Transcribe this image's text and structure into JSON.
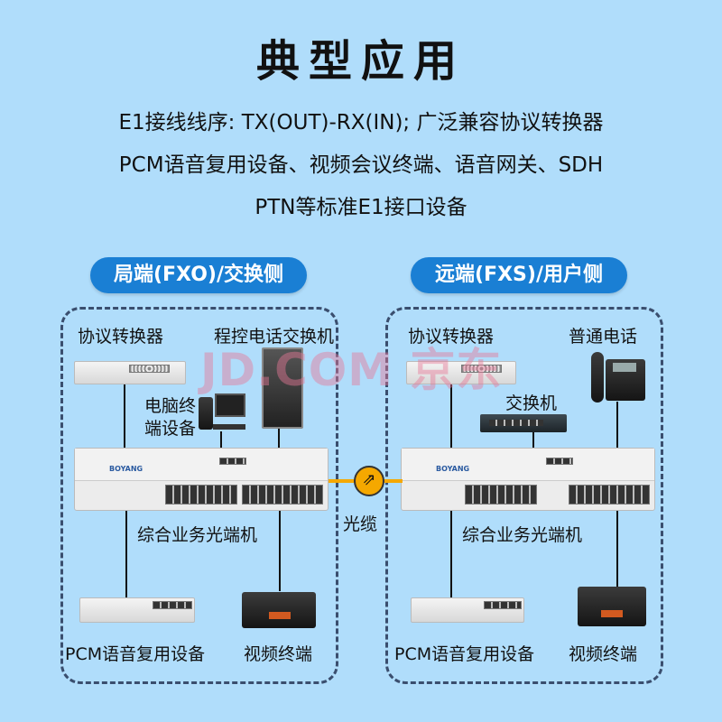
{
  "title": "典型应用",
  "description_lines": [
    "E1接线线序: TX(OUT)-RX(IN); 广泛兼容协议转换器",
    "PCM语音复用设备、视频会议终端、语音网关、SDH",
    "PTN等标准E1接口设备"
  ],
  "watermark": "JD.COM 京东",
  "left": {
    "header": "局端(FXO)/交换侧",
    "protocol_converter": "协议转换器",
    "pbx": "程控电话交换机",
    "computer": "电脑终端设备",
    "computer_lines": [
      "电脑终",
      "端设备"
    ],
    "optical_terminal": "综合业务光端机",
    "pcm": "PCM语音复用设备",
    "video": "视频终端"
  },
  "right": {
    "header": "远端(FXS)/用户侧",
    "protocol_converter": "协议转换器",
    "phone": "普通电话",
    "switch": "交换机",
    "optical_terminal": "综合业务光端机",
    "pcm": "PCM语音复用设备",
    "video": "视频终端"
  },
  "fiber_label": "光缆",
  "brand": "BOYANG",
  "colors": {
    "background": "#b0ddfb",
    "pill": "#1a7fd4",
    "dashed": "#3a4e6e",
    "fiber": "#f5a800"
  }
}
